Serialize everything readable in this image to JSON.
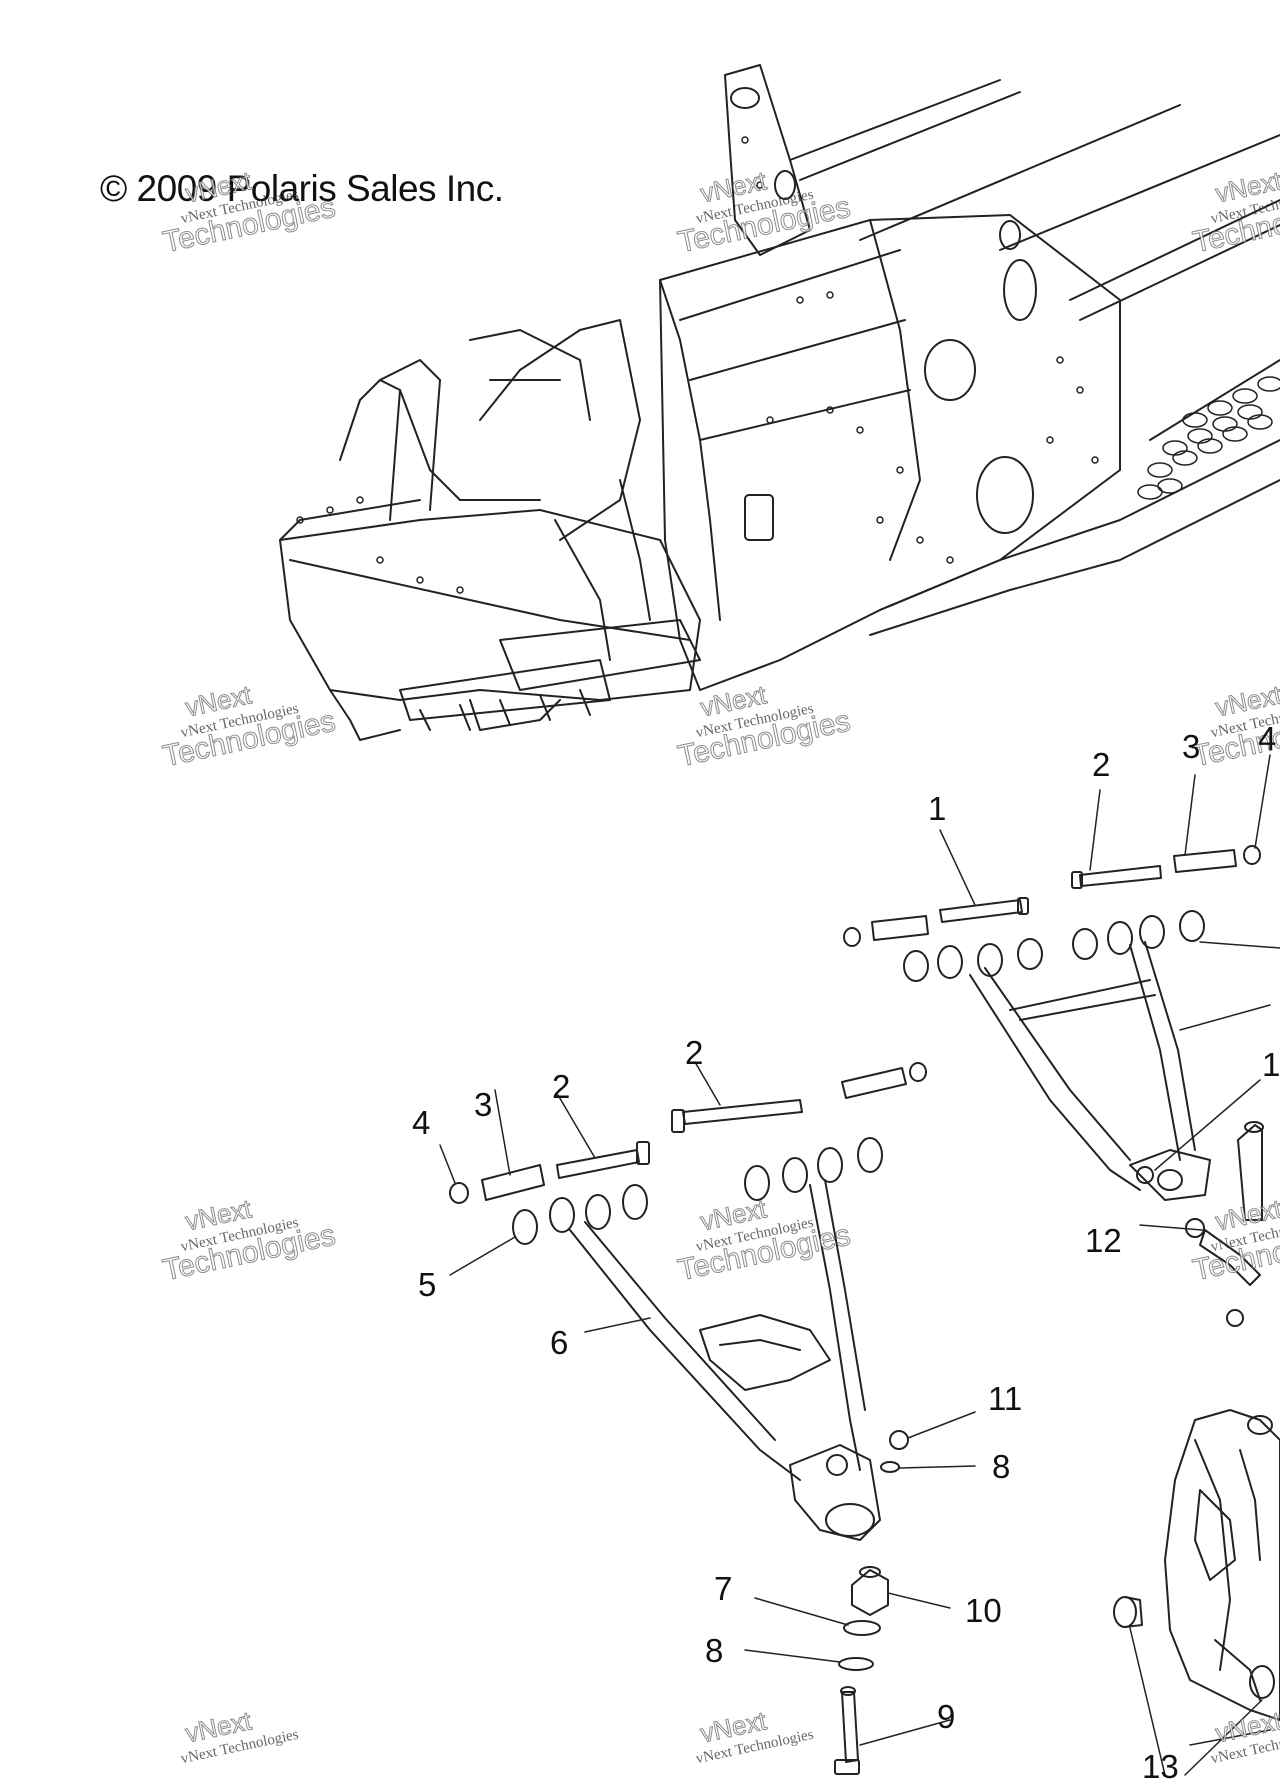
{
  "copyright": "© 2009 Polaris Sales Inc.",
  "watermark": {
    "line1": "vNext Technologies",
    "line2": "Technologies",
    "line3": "vNext"
  },
  "callouts": {
    "c1": "1",
    "c2a": "2",
    "c3a": "3",
    "c4a": "4",
    "c2b": "2",
    "c2c": "2",
    "c3b": "3",
    "c4b": "4",
    "c5": "5",
    "c6": "6",
    "c11": "11",
    "c8a": "8",
    "c7": "7",
    "c8b": "8",
    "c10": "10",
    "c9": "9",
    "c12": "12",
    "c13": "13",
    "c1b": "1"
  }
}
